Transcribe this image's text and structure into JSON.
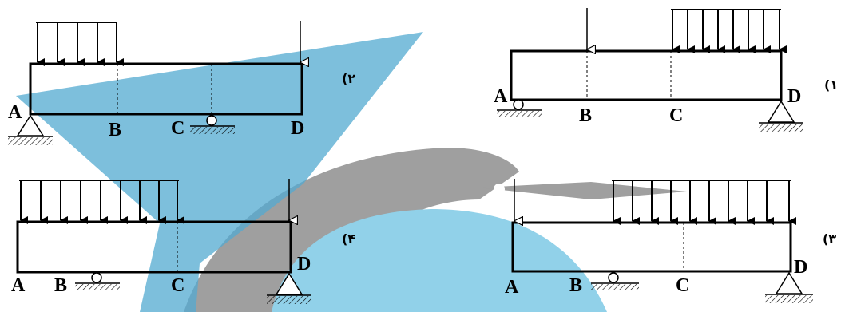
{
  "colors": {
    "line": "#000000",
    "watermark_blue": "#8ccfe8",
    "watermark_teal": "#4aa6cf",
    "watermark_gray": "#9a9a9a"
  },
  "diagrams": [
    {
      "number": "(۱",
      "labels": {
        "A": "A",
        "B": "B",
        "C": "C",
        "D": "D"
      },
      "supports": [
        "roller-support-at-A",
        "pin-support-at-D"
      ],
      "loads": [
        "point-load-at-B",
        "distributed-load-from-C-to-D"
      ]
    },
    {
      "number": "(۲",
      "labels": {
        "A": "A",
        "B": "B",
        "C": "C",
        "D": "D"
      },
      "supports": [
        "pin-support-at-A",
        "roller-support-at-C"
      ],
      "loads": [
        "distributed-load-from-A-to-B",
        "point-load-at-D"
      ]
    },
    {
      "number": "(۳",
      "labels": {
        "A": "A",
        "B": "B",
        "C": "C",
        "D": "D"
      },
      "supports": [
        "roller-support-at-B",
        "pin-support-at-D"
      ],
      "loads": [
        "point-load-at-A",
        "distributed-load-over-span"
      ]
    },
    {
      "number": "(۴",
      "labels": {
        "A": "A",
        "B": "B",
        "C": "C",
        "D": "D"
      },
      "supports": [
        "roller-support-at-B",
        "pin-support-at-D"
      ],
      "loads": [
        "distributed-load-from-A-to-C",
        "point-load-at-D"
      ]
    }
  ]
}
